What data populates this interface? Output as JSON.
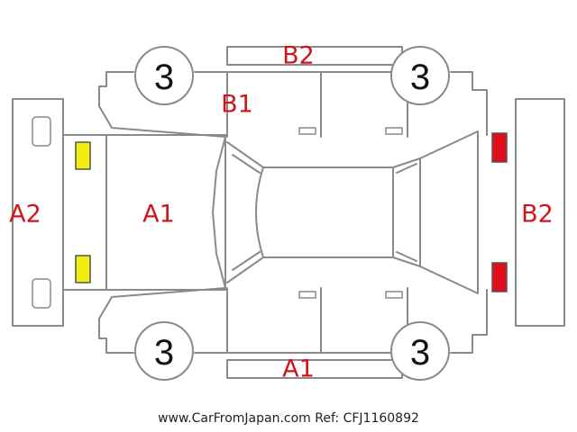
{
  "colors": {
    "outline": "#8a8a8a",
    "zone_label": "#d0151a",
    "front_lamp": "#f2ee10",
    "rear_lamp": "#e0101a",
    "lamp_border": "#555555",
    "wheel_digit": "#111111"
  },
  "zones": {
    "front_bumper": "A2",
    "hood": "A1",
    "roof_side_top": "B2",
    "door_top": "B1",
    "rear_bumper": "B2",
    "rocker_bottom": "A1"
  },
  "wheels": {
    "top_left": "3",
    "top_right": "3",
    "bottom_left": "3",
    "bottom_right": "3"
  },
  "lamps": {
    "front": [
      "yellow-marker",
      "yellow-marker"
    ],
    "rear": [
      "red-marker",
      "red-marker"
    ]
  },
  "footer": {
    "text": "www.CarFromJapan.com Ref: CFJ1160892"
  }
}
